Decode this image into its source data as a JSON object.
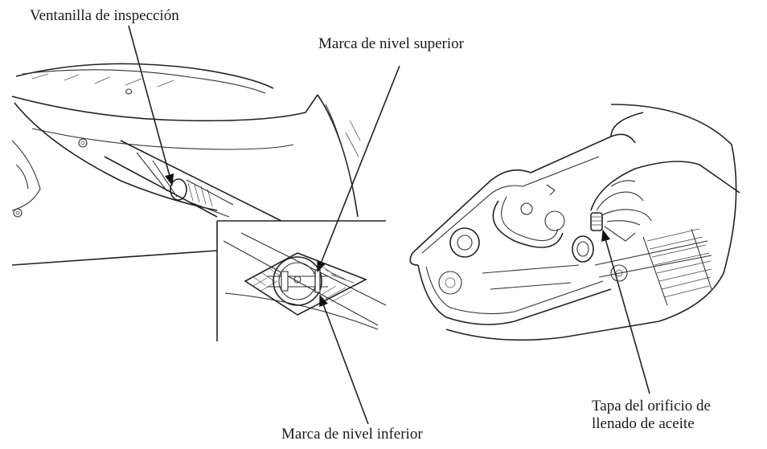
{
  "labels": {
    "inspection_window": "Ventanilla de inspección",
    "upper_mark": "Marca de nivel superior",
    "lower_mark": "Marca de nivel inferior",
    "oil_cap_line1": "Tapa del orificio de",
    "oil_cap_line2": "llenado de aceite"
  },
  "colors": {
    "ink": "#222222",
    "background": "#ffffff"
  }
}
